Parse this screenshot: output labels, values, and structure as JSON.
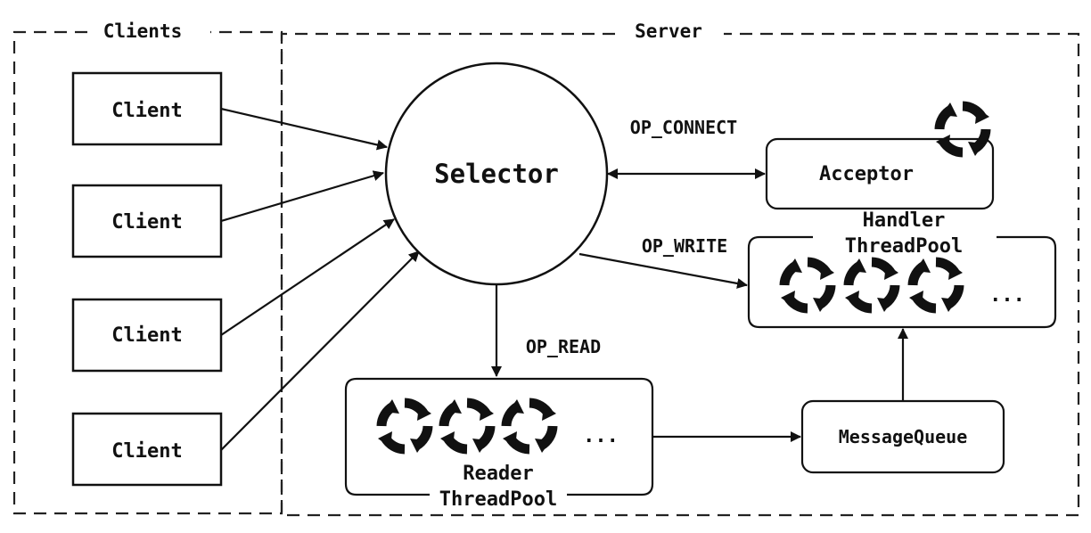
{
  "regions": {
    "clients_label": "Clients",
    "server_label": "Server"
  },
  "clients": [
    "Client",
    "Client",
    "Client",
    "Client"
  ],
  "nodes": {
    "selector": "Selector",
    "acceptor": "Acceptor",
    "handler_pool_line1": "Handler",
    "handler_pool_line2": "ThreadPool",
    "reader_pool_line1": "Reader",
    "reader_pool_line2": "ThreadPool",
    "message_queue": "MessageQueue",
    "ellipsis": "..."
  },
  "edges": {
    "op_connect": "OP_CONNECT",
    "op_write": "OP_WRITE",
    "op_read": "OP_READ"
  },
  "icons": {
    "thread": "thread-cycle-icon"
  }
}
